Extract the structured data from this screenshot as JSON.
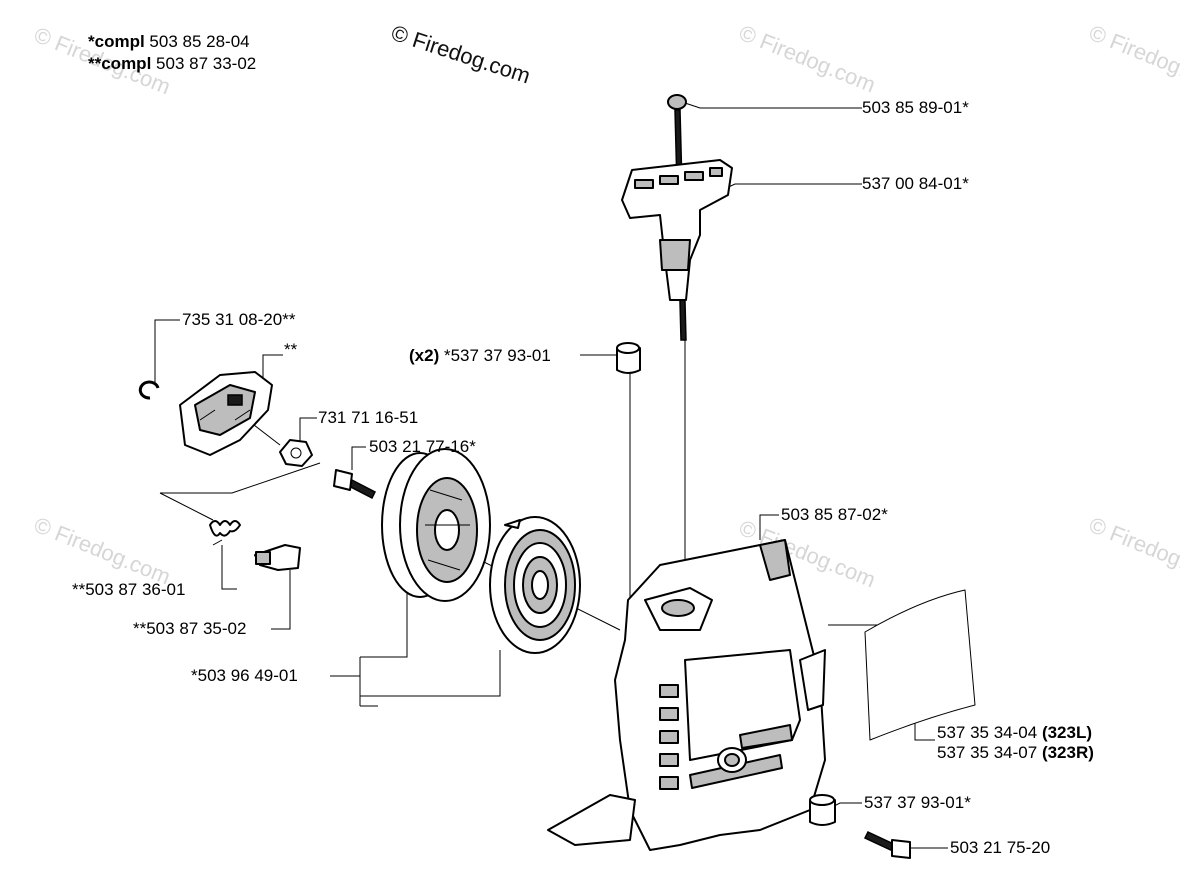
{
  "header": {
    "compl1_prefix": "*compl",
    "compl1_number": "503 85 28-04",
    "compl2_prefix": "**compl",
    "compl2_number": "503 87 33-02"
  },
  "watermark": {
    "main": "© Firedog.com",
    "faint": "© Firedog.com"
  },
  "parts": {
    "p_503_85_89": "503 85 89-01*",
    "p_537_00_84": "537 00 84-01*",
    "p_735_31_08": "735 31 08-20**",
    "p_star2": "**",
    "p_x2_prefix": "(x2)",
    "p_537_37_93_a": "*537 37 93-01",
    "p_731_71_16": "731 71 16-51",
    "p_503_21_77": "503 21 77-16*",
    "p_503_85_87": "503 85 87-02*",
    "p_503_87_36": "**503 87 36-01",
    "p_503_87_35": "**503 87 35-02",
    "p_503_96_49": "*503 96 49-01",
    "p_537_35_34_04": "537 35 34-04",
    "p_537_35_34_04_model": "(323L)",
    "p_537_35_34_07": "537 35 34-07",
    "p_537_35_34_07_model": "(323R)",
    "p_537_37_93_b": "537 37 93-01*",
    "p_503_21_75": "503 21 75-20"
  }
}
